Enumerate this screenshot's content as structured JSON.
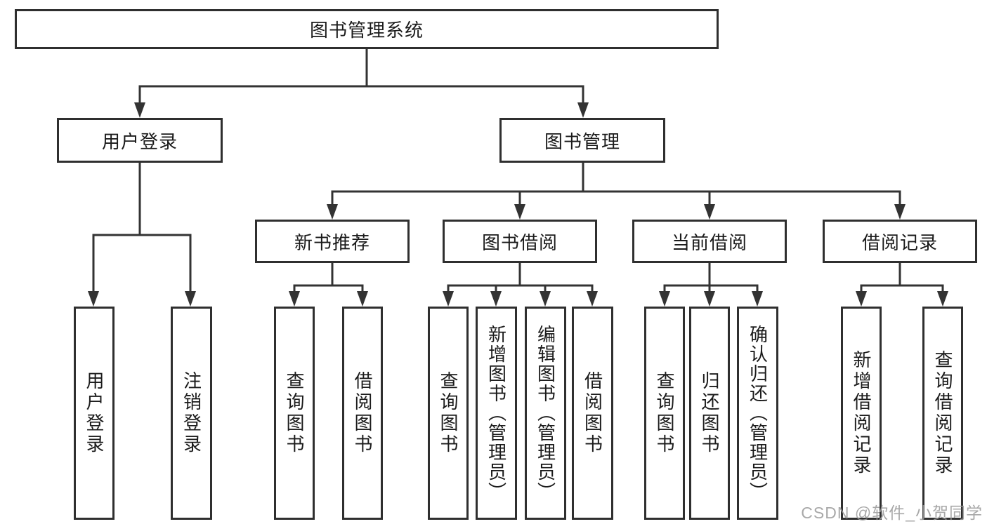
{
  "tree": {
    "label": "图书管理系统",
    "children": [
      {
        "label": "用户登录",
        "children": [
          {
            "label": "用户登录"
          },
          {
            "label": "注销登录"
          }
        ]
      },
      {
        "label": "图书管理",
        "children": [
          {
            "label": "新书推荐",
            "children": [
              {
                "label": "查询图书"
              },
              {
                "label": "借阅图书"
              }
            ]
          },
          {
            "label": "图书借阅",
            "children": [
              {
                "label": "查询图书"
              },
              {
                "label": "新增图书（管理员）"
              },
              {
                "label": "编辑图书（管理员）"
              },
              {
                "label": "借阅图书"
              }
            ]
          },
          {
            "label": "当前借阅",
            "children": [
              {
                "label": "查询图书"
              },
              {
                "label": "归还图书"
              },
              {
                "label": "确认归还（管理员）"
              }
            ]
          },
          {
            "label": "借阅记录",
            "children": [
              {
                "label": "新增借阅记录"
              },
              {
                "label": "查询借阅记录"
              }
            ]
          }
        ]
      }
    ]
  },
  "watermark": {
    "text": "CSDN @软件_小贺同学"
  },
  "colors": {
    "line": "#333333",
    "box_border": "#2f2f2f",
    "text": "#1b1b1b",
    "background": "#ffffff",
    "watermark": "#9a9a9a"
  }
}
